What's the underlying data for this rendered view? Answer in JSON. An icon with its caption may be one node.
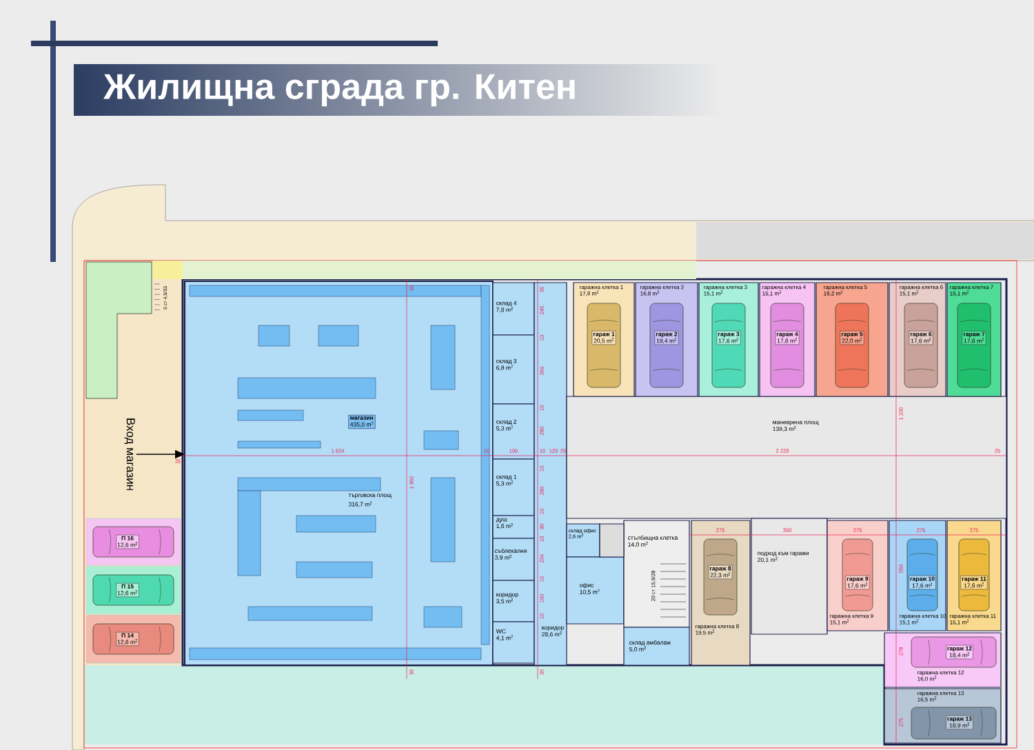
{
  "diagram": {
    "title": "Жилищна сграда гр. Китен",
    "nodes": [
      {
        "text": [
          "магазин",
          "435,0 m$^{2}$"
        ]
      },
      {
        "text": [
          "склад 4",
          "7,8 m$^{2}$"
        ]
      },
      {
        "text": [
          "склад 3",
          "6,8 m$^{2}$"
        ]
      },
      {
        "text": [
          "склад 2",
          "5,3 m$^{2}$"
        ]
      },
      {
        "text": [
          "склад 1",
          "5,3 m$^{2}$"
        ]
      },
      {
        "text": [
          "душ",
          "1,6 m$^{2}$"
        ]
      },
      {
        "text": [
          "съблекалня",
          "3,9 m$^{2}$"
        ]
      },
      {
        "text": [
          "коридор",
          "3,5 m$^{2}$"
        ]
      },
      {
        "text": [
          "WC",
          "4,1 m$^{2}$"
        ]
      },
      {
        "text": [
          "коридор",
          "28,6 m$^{2}$"
        ]
      },
      {
        "text": [
          "склад офис",
          "2,6 m$^{2}$"
        ]
      },
      {
        "text": [
          "офис",
          "10,5 m$^{2}$"
        ]
      },
      {
        "text": [
          "стълбищна клетка",
          "14,0 m$^{2}$"
        ]
      },
      {
        "text": [
          "склад амбалаж",
          "5,0 m$^{2}$"
        ]
      },
      {
        "text": [
          "маневрена площ",
          "139,3 m$^{2}$"
        ]
      },
      {
        "text": [
          "подход към гаражи",
          "20,1 m$^{2}$"
        ]
      },
      {
        "text": [
          "гаражна клетка 1",
          "17,8 m$^{2}$"
        ]
      },
      {
        "text": [
          "гараж 1",
          "20,5 m$^{2}$"
        ],
        "in": 16
      },
      {
        "text": [
          "гаражна клетка 2",
          "16,8 m$^{2}$"
        ]
      },
      {
        "text": [
          "гараж 2",
          "19,4 m$^{2}$"
        ],
        "in": 18
      },
      {
        "text": [
          "гаражна клетка 3",
          "15,1 m$^{2}$"
        ]
      },
      {
        "text": [
          "гараж 3",
          "17,6 m$^{2}$"
        ],
        "in": 20
      },
      {
        "text": [
          "гаражна клетка 4",
          "15,1 m$^{2}$"
        ]
      },
      {
        "text": [
          "гараж 4",
          "17,6 m$^{2}$"
        ],
        "in": 22
      },
      {
        "text": [
          "гаражна клетка 5",
          "19,2 m$^{2}$"
        ]
      },
      {
        "text": [
          "гараж 5",
          "22,0 m$^{2}$"
        ],
        "in": 24
      },
      {
        "text": [
          "гаражна клетка 6",
          "15,1 m$^{2}$"
        ]
      },
      {
        "text": [
          "гараж 6",
          "17,6 m$^{2}$"
        ],
        "in": 26
      },
      {
        "text": [
          "гаражна клетка 7",
          "15,1 m$^{2}$"
        ]
      },
      {
        "text": [
          "гараж 7",
          "17,6 m$^{2}$"
        ],
        "in": 28
      },
      {
        "text": [
          "гаражна клетка 8",
          "19,5 m$^{2}$"
        ]
      },
      {
        "text": [
          "гараж 8",
          "22,3 m$^{2}$"
        ],
        "in": 30
      },
      {
        "text": [
          "гаражна клетка 9",
          "15,1 m$^{2}$"
        ]
      },
      {
        "text": [
          "гараж 9",
          "17,6 m$^{2}$"
        ],
        "in": 32
      },
      {
        "text": [
          "гаражна клетка 10",
          "15,1 m$^{2}$"
        ]
      },
      {
        "text": [
          "гараж 10",
          "17,6 m$^{2}$"
        ],
        "in": 34
      },
      {
        "text": [
          "гаражна клетка 11",
          "15,1 m$^{2}$"
        ]
      },
      {
        "text": [
          "гараж 11",
          "17,6 m$^{2}$"
        ],
        "in": 36
      },
      {
        "text": [
          "гаражна клетка 12",
          "16,0 m$^{2}$"
        ]
      },
      {
        "text": [
          "гараж 12",
          "18,4 m$^{2}$"
        ],
        "in": 38
      },
      {
        "text": [
          "гаражна клетка 13",
          "16,5 m$^{2}$"
        ]
      },
      {
        "text": [
          "гараж 13",
          "18,9 m$^{2}$"
        ],
        "in": 40
      },
      {
        "text": [
          "П 16",
          "12,6 m$^{2}$"
        ]
      },
      {
        "text": [
          "П 15",
          "12,6 m$^{2}$"
        ]
      },
      {
        "text": [
          "П 14",
          "12,6 m$^{2}$"
        ]
      },
      {
        "text": [
          "Вход магазин"
        ]
      }
    ],
    "edges": [
      {
        "from": 45,
        "to": 0,
        "arrow": "to"
      }
    ],
    "labels": [
      "търговска площ",
      "316,7 m$^{2}$",
      "6 ст 4,5/33",
      "20 ст 15,9/28",
      "35",
      "1 624",
      "10",
      "190",
      "10",
      "120",
      "25",
      "2 228",
      "25",
      "1 950",
      "35",
      "35",
      "35",
      "245",
      "10",
      "366",
      "10",
      "280",
      "10",
      "280",
      "10",
      "90",
      "10",
      "204",
      "10",
      "160",
      "10",
      "35",
      "1 200",
      "275",
      "350",
      "275",
      "275",
      "275",
      "550",
      "278",
      "275"
    ]
  }
}
